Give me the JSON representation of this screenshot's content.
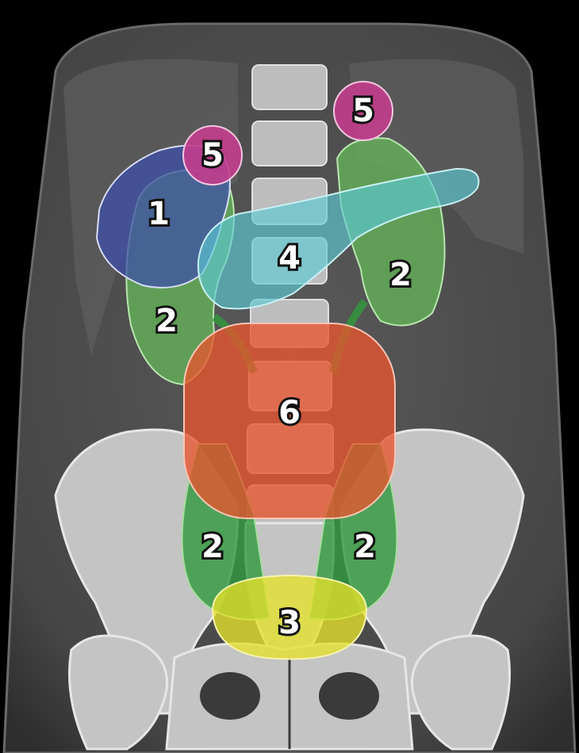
{
  "diagram": {
    "labels": {
      "liver": "1",
      "kidney_right": "2",
      "kidney_left": "2",
      "ureter_right": "2",
      "ureter_left": "2",
      "bladder": "3",
      "pancreas": "4",
      "adrenal_right": "5",
      "adrenal_left": "5",
      "aorta_mass": "6"
    },
    "colors": {
      "background": "#000000",
      "body": "#4a4a4a",
      "bone": "#c8c8c8",
      "liver": "#3d4fa8",
      "kidney": "#66b85a",
      "ureter": "#2f9a3c",
      "bladder": "#e6e22a",
      "pancreas": "#5cc9d4",
      "adrenal": "#c23d8c",
      "aorta_mass": "#e8552e"
    }
  }
}
